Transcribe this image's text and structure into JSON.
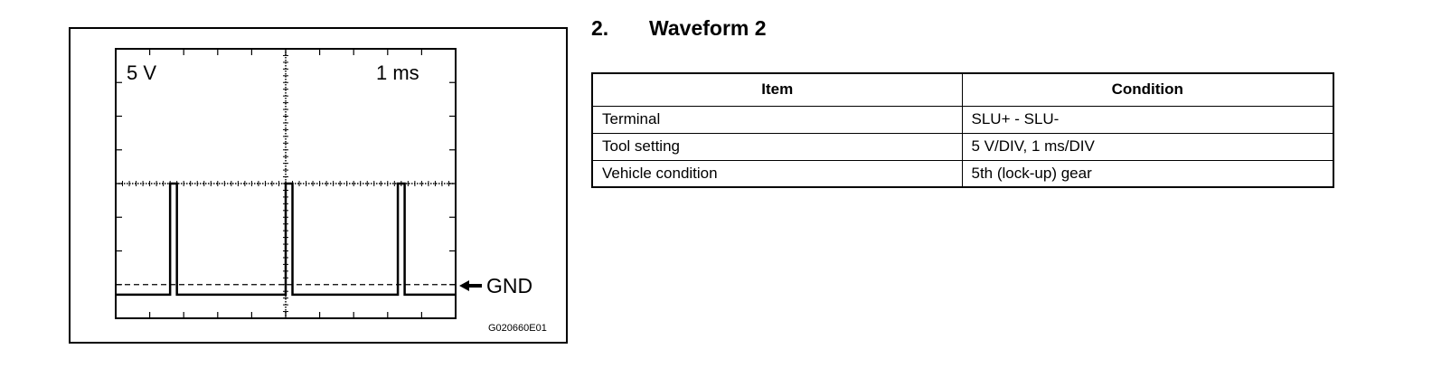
{
  "figure": {
    "scale_label": "5 V",
    "time_label": "1 ms",
    "ground_label": "GND",
    "figure_code": "G020660E01",
    "waveform": {
      "horizontal_divisions": 10,
      "vertical_divisions": 8,
      "pulses_on_screen": 3,
      "pulse_width_div": 0.2,
      "baseline_div": -3.3,
      "pulse_top_div": 0.0,
      "ground_div": -3.0
    }
  },
  "section": {
    "number": "2.",
    "title": "Waveform 2"
  },
  "table": {
    "headers": [
      "Item",
      "Condition"
    ],
    "rows": [
      {
        "item": "Terminal",
        "condition": "SLU+ - SLU-"
      },
      {
        "item": "Tool setting",
        "condition": "5 V/DIV, 1 ms/DIV"
      },
      {
        "item": "Vehicle condition",
        "condition": "5th (lock-up) gear"
      }
    ]
  }
}
